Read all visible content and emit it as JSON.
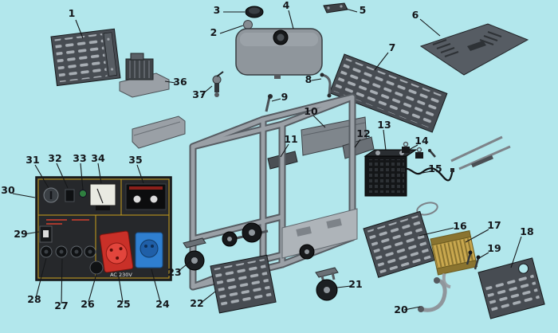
{
  "colors": {
    "background": "#b2e7ec",
    "panel_dark": "#474c52",
    "outlet_red": "#c93028",
    "outlet_blue": "#2f7fd0",
    "radiator_gold": "#c9a84e",
    "frame_gray": "#9aa0a6"
  },
  "control_panel": {
    "outlet_label": "AC 230V"
  },
  "callouts": [
    {
      "num": "1",
      "part": "left-side-vent-panel"
    },
    {
      "num": "2",
      "part": "fuel-strainer"
    },
    {
      "num": "3",
      "part": "fuel-cap"
    },
    {
      "num": "4",
      "part": "fuel-tank"
    },
    {
      "num": "5",
      "part": "tank-bracket"
    },
    {
      "num": "6",
      "part": "top-cover"
    },
    {
      "num": "7",
      "part": "rear-vent-panel"
    },
    {
      "num": "8",
      "part": "fuel-line-pipe"
    },
    {
      "num": "9",
      "part": "bolt"
    },
    {
      "num": "10",
      "part": "heat-shield-panel"
    },
    {
      "num": "11",
      "part": "small-plate"
    },
    {
      "num": "12",
      "part": "mounting-bracket"
    },
    {
      "num": "13",
      "part": "battery"
    },
    {
      "num": "14",
      "part": "battery-clamps"
    },
    {
      "num": "15",
      "part": "battery-cable"
    },
    {
      "num": "16",
      "part": "side-vent-panel"
    },
    {
      "num": "17",
      "part": "oil-cooler"
    },
    {
      "num": "18",
      "part": "right-door-panel"
    },
    {
      "num": "19",
      "part": "bolts"
    },
    {
      "num": "20",
      "part": "drain-pipe"
    },
    {
      "num": "21",
      "part": "caster-wheel"
    },
    {
      "num": "22",
      "part": "front-vent-panel"
    },
    {
      "num": "23",
      "part": "caster-wheel"
    },
    {
      "num": "24",
      "part": "blue-socket"
    },
    {
      "num": "25",
      "part": "red-socket"
    },
    {
      "num": "26",
      "part": "round-connector"
    },
    {
      "num": "27",
      "part": "output-terminal"
    },
    {
      "num": "28",
      "part": "output-terminal"
    },
    {
      "num": "29",
      "part": "circuit-breaker"
    },
    {
      "num": "30",
      "part": "control-panel"
    },
    {
      "num": "31",
      "part": "ignition-switch"
    },
    {
      "num": "32",
      "part": "toggle-switch"
    },
    {
      "num": "33",
      "part": "indicator-lamp"
    },
    {
      "num": "34",
      "part": "voltmeter"
    },
    {
      "num": "35",
      "part": "breaker-switches"
    },
    {
      "num": "36",
      "part": "engine-bracket"
    },
    {
      "num": "37",
      "part": "fuel-valve"
    }
  ]
}
